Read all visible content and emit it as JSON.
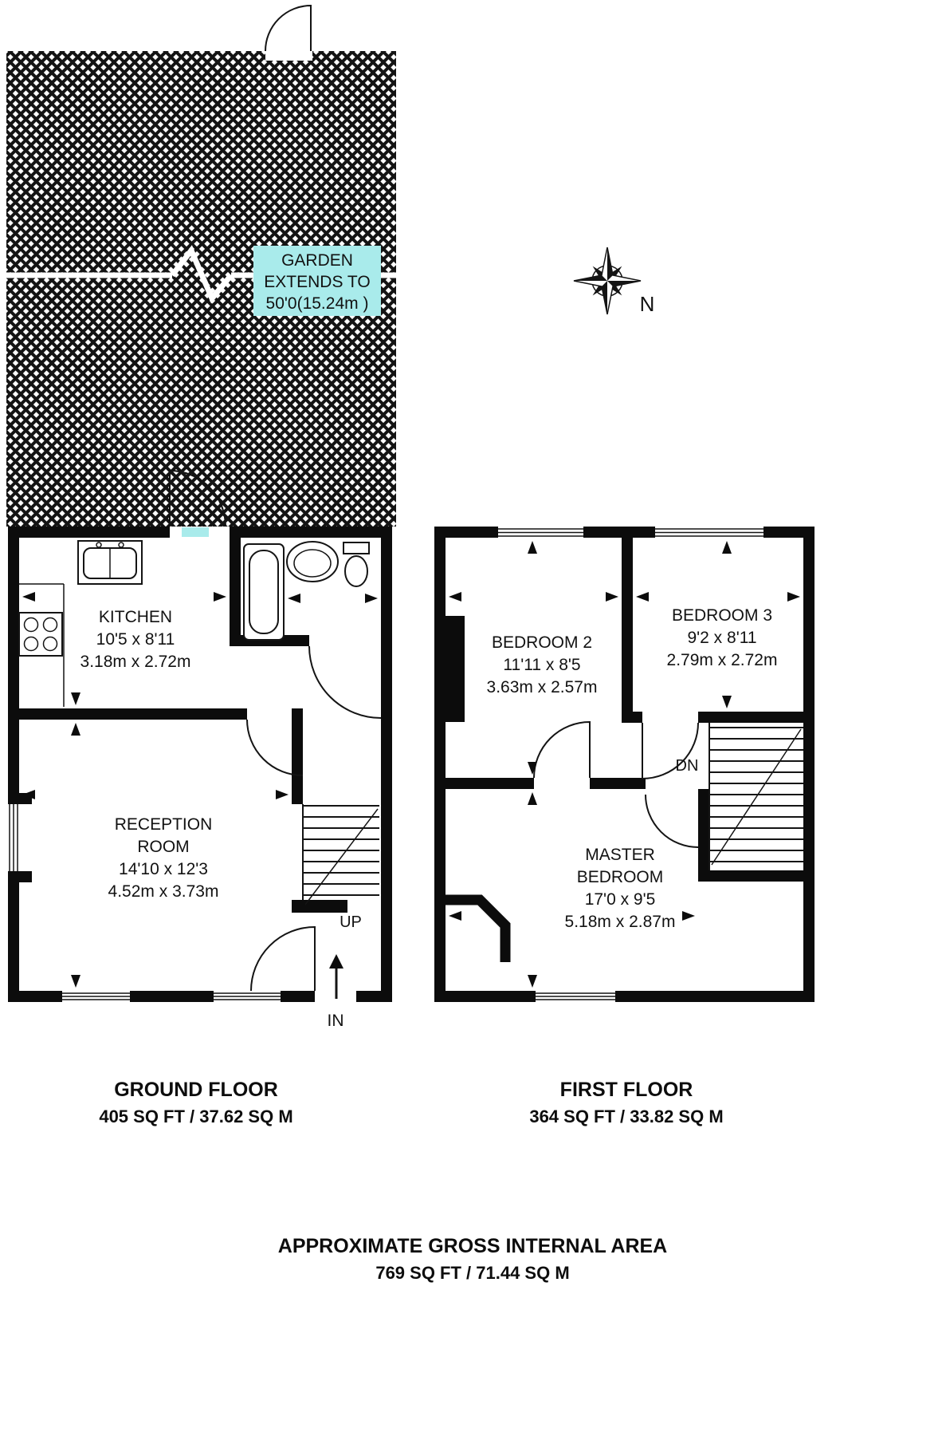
{
  "garden": {
    "line1": "GARDEN",
    "line2": "EXTENDS TO",
    "line3": "50'0(15.24m )",
    "label_bg": "#a9ebeb"
  },
  "compass": {
    "north": "N"
  },
  "ground": {
    "kitchen": {
      "name": "KITCHEN",
      "imperial": "10'5 x 8'11",
      "metric": "3.18m x 2.72m"
    },
    "reception": {
      "line1": "RECEPTION",
      "line2": "ROOM",
      "imperial": "14'10 x 12'3",
      "metric": "4.52m x 3.73m"
    },
    "stairs": "UP",
    "entrance": "IN",
    "title": "GROUND FLOOR",
    "area": "405 SQ FT / 37.62 SQ M"
  },
  "first": {
    "bedroom2": {
      "name": "BEDROOM 2",
      "imperial": "11'11 x 8'5",
      "metric": "3.63m x 2.57m"
    },
    "bedroom3": {
      "name": "BEDROOM 3",
      "imperial": "9'2 x 8'11",
      "metric": "2.79m x 2.72m"
    },
    "master": {
      "line1": "MASTER",
      "line2": "BEDROOM",
      "imperial": "17'0 x 9'5",
      "metric": "5.18m x 2.87m"
    },
    "stairs": "DN",
    "title": "FIRST  FLOOR",
    "area": "364 SQ FT / 33.82 SQ M"
  },
  "footer": {
    "title": "APPROXIMATE GROSS INTERNAL AREA",
    "area": "769 SQ FT / 71.44 SQ M"
  }
}
